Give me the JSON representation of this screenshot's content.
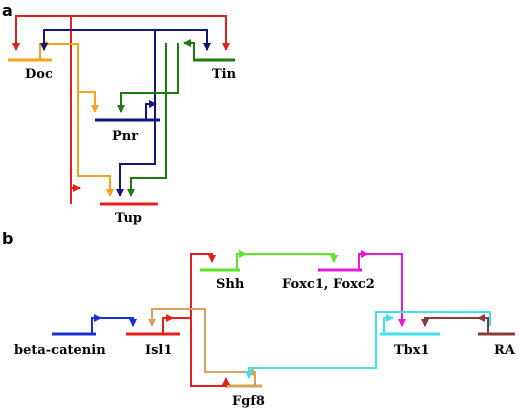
{
  "panels": {
    "a": {
      "label": "a",
      "genes": {
        "doc": "Doc",
        "tin": "Tin",
        "pnr": "Pnr",
        "tup": "Tup"
      }
    },
    "b": {
      "label": "b",
      "genes": {
        "beta_catenin": "beta-catenin",
        "isl1": "Isl1",
        "shh": "Shh",
        "foxc": "Foxc1, Foxc2",
        "tbx1": "Tbx1",
        "ra": "RA",
        "fgf8": "Fgf8"
      }
    }
  },
  "colors": {
    "red": "#e3201c",
    "orange": "#f5a21d",
    "navy": "#14147a",
    "green": "#1f7a12",
    "blue": "#1c2fd6",
    "tan": "#d6a15a",
    "lime": "#5ee62b",
    "magenta": "#e61adf",
    "cyan": "#40e0f0",
    "brown": "#8a3a38"
  }
}
